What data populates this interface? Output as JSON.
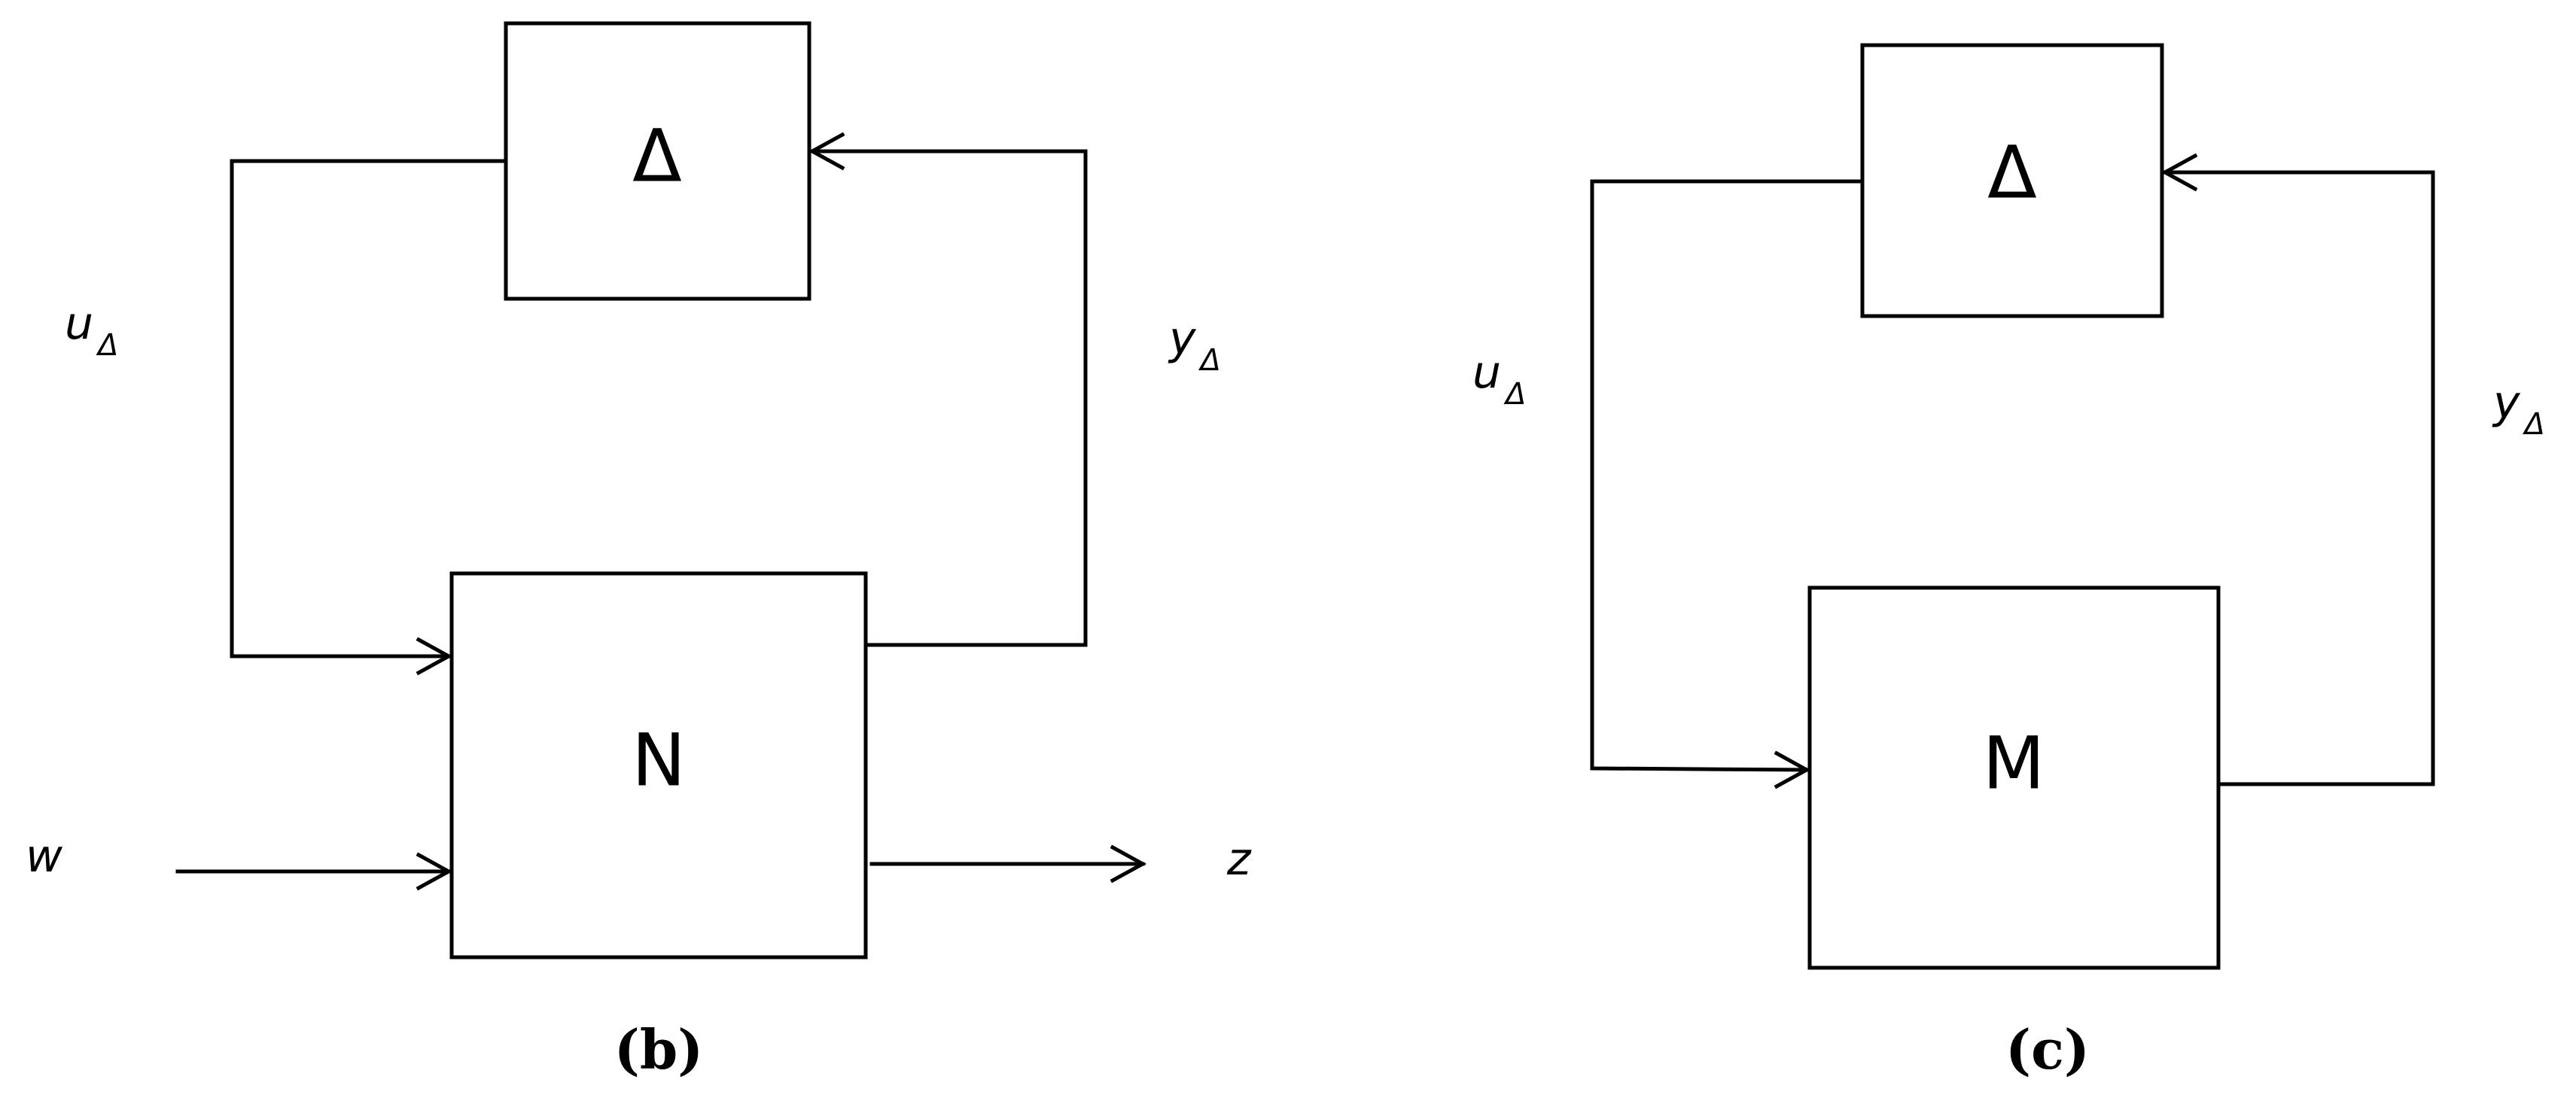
{
  "diagram_b": {
    "top_block": "Δ",
    "bottom_block": "N",
    "input_label": "u",
    "input_subscript": "Δ",
    "output_label": "y",
    "output_subscript": "Δ",
    "w_label": "w",
    "z_label": "z",
    "caption": "(b)"
  },
  "diagram_c": {
    "top_block": "Δ",
    "bottom_block": "M",
    "input_label": "u",
    "input_subscript": "Δ",
    "output_label": "y",
    "output_subscript": "Δ",
    "caption": "(c)"
  }
}
